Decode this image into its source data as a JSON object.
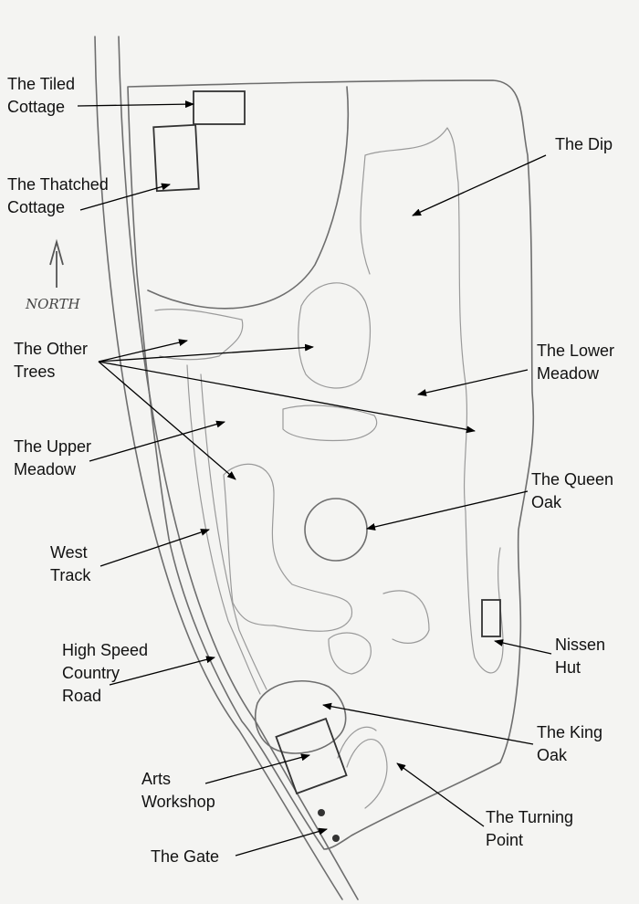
{
  "map": {
    "north_label": "NORTH",
    "labels": {
      "tiled_cottage": [
        "The Tiled",
        "Cottage"
      ],
      "thatched_cottage": [
        "The Thatched",
        "Cottage"
      ],
      "the_dip": [
        "The Dip"
      ],
      "other_trees": [
        "The Other",
        "Trees"
      ],
      "lower_meadow": [
        "The Lower",
        "Meadow"
      ],
      "upper_meadow": [
        "The Upper",
        "Meadow"
      ],
      "queen_oak": [
        "The Queen",
        "Oak"
      ],
      "west_track": [
        "West",
        "Track"
      ],
      "nissen_hut": [
        "Nissen",
        "Hut"
      ],
      "high_speed_road": [
        "High Speed",
        "Country",
        "Road"
      ],
      "king_oak": [
        "The King",
        "Oak"
      ],
      "arts_workshop": [
        "Arts",
        "Workshop"
      ],
      "turning_point": [
        "The Turning",
        "Point"
      ],
      "the_gate": [
        "The Gate"
      ]
    }
  }
}
